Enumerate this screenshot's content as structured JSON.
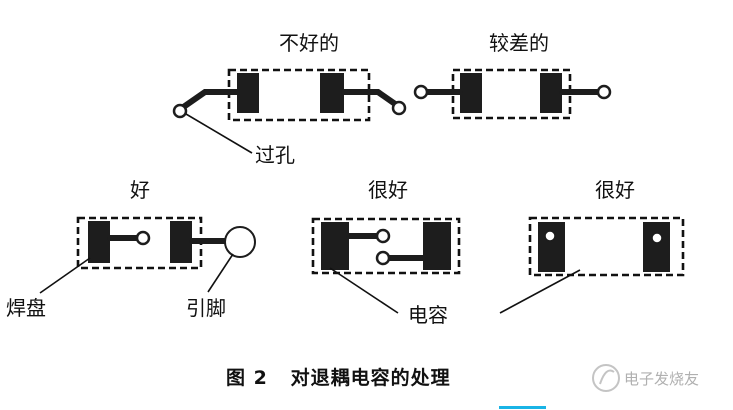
{
  "labels": {
    "bad": "不好的",
    "poor": "较差的",
    "via": "过孔",
    "good": "好",
    "very_good_1": "很好",
    "very_good_2": "很好",
    "pad": "焊盘",
    "pin": "引脚",
    "capacitor": "电容"
  },
  "caption": "图 2   对退耦电容的处理",
  "watermark": "电子发烧友",
  "colors": {
    "ink": "#1d1d1d",
    "background": "#ffffff",
    "watermark": "#b0b0b0"
  }
}
